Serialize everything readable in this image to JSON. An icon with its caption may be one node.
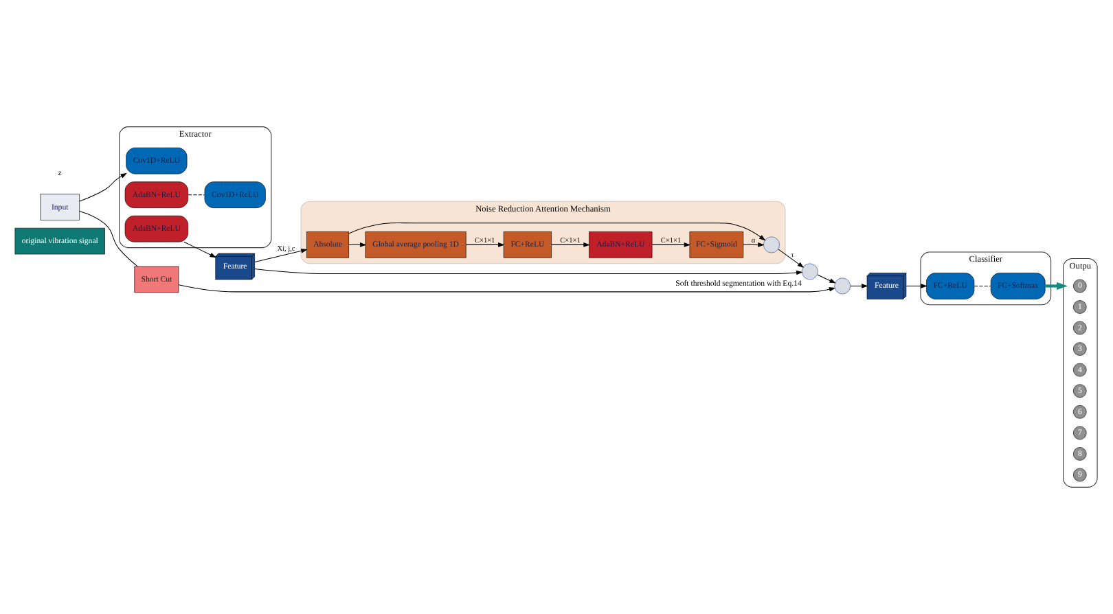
{
  "diagram": {
    "nodes": [
      {
        "text": [
          "original vibration signal"
        ]
      },
      {
        "text": [
          "Input"
        ]
      },
      {
        "text": [
          "Extractor"
        ]
      },
      {
        "text": [
          "Cov1D+ReLU"
        ],
        "in": 2
      },
      {
        "text": [
          "AdaBN+ReLU"
        ],
        "in": 2
      },
      {
        "text": [
          "Cov1D+ReLU"
        ],
        "in": 2
      },
      {
        "text": [
          "AdaBN+ReLU"
        ],
        "in": 2
      },
      {
        "text": [
          "Feature"
        ]
      },
      {
        "text": [
          "Noise Reduction Attention Mechanism"
        ]
      },
      {
        "text": [
          "Absolute"
        ],
        "in": 8
      },
      {
        "text": [
          "Global average pooling 1D"
        ],
        "in": 8
      },
      {
        "text": [
          "FC+ReLU"
        ],
        "in": 8
      },
      {
        "text": [
          "AdaBN+ReLU"
        ],
        "in": 8
      },
      {
        "text": [
          "FC+Sigmoid"
        ],
        "in": 8
      },
      {
        "text": [],
        "shape": "circle",
        "in": 8
      },
      {
        "text": [],
        "shape": "circle",
        "beside": [
          "Soft threshold segmentation with Eq.14"
        ]
      },
      {
        "text": [],
        "shape": "circle"
      },
      {
        "text": [
          "Feature"
        ]
      },
      {
        "text": [
          "Classifier"
        ]
      },
      {
        "text": [
          "FC+ReLU"
        ],
        "in": 18
      },
      {
        "text": [
          "FC+Softmax"
        ],
        "in": 18
      },
      {
        "text": [
          "Outpu"
        ]
      },
      {
        "text": [
          "0"
        ],
        "in": 21
      },
      {
        "text": [
          "1"
        ],
        "in": 21
      },
      {
        "text": [
          "2"
        ],
        "in": 21
      },
      {
        "text": [
          "3"
        ],
        "in": 21
      },
      {
        "text": [
          "4"
        ],
        "in": 21
      },
      {
        "text": [
          "5"
        ],
        "in": 21
      },
      {
        "text": [
          "6"
        ],
        "in": 21
      },
      {
        "text": [
          "7"
        ],
        "in": 21
      },
      {
        "text": [
          "8"
        ],
        "in": 21
      },
      {
        "text": [
          "9"
        ],
        "in": 21
      },
      {
        "text": [
          "Short Cut"
        ]
      }
    ],
    "edges": [
      {
        "from": 1,
        "to": 3,
        "arrow": "to"
      },
      {
        "from": 4,
        "to": 5,
        "arrow": "none",
        "style": "dashed"
      },
      {
        "from": 6,
        "to": 7,
        "arrow": "to"
      },
      {
        "from": 7,
        "to": 9,
        "arrow": "to",
        "label": "Xi, j,c"
      },
      {
        "from": 9,
        "to": 10,
        "arrow": "to"
      },
      {
        "from": 10,
        "to": 11,
        "arrow": "to",
        "label": "C×1×1"
      },
      {
        "from": 11,
        "to": 12,
        "arrow": "to",
        "label": "C×1×1"
      },
      {
        "from": 12,
        "to": 13,
        "arrow": "to",
        "label": "C×1×1"
      },
      {
        "from": 13,
        "to": 14,
        "arrow": "to",
        "label": "α"
      },
      {
        "from": 9,
        "to": 14,
        "arrow": "to"
      },
      {
        "from": 14,
        "to": 15,
        "arrow": "to",
        "label": "τ"
      },
      {
        "from": 7,
        "to": 15,
        "arrow": "to"
      },
      {
        "from": 15,
        "to": 16,
        "arrow": "to"
      },
      {
        "from": 16,
        "to": 17,
        "arrow": "to"
      },
      {
        "from": 17,
        "to": 19,
        "arrow": "to"
      },
      {
        "from": 19,
        "to": 20,
        "arrow": "none",
        "style": "dashed"
      },
      {
        "from": 20,
        "to": 21,
        "arrow": "to",
        "style": "thick",
        "color": "#138a7e"
      },
      {
        "from": 1,
        "to": 32,
        "arrow": "none"
      },
      {
        "from": 32,
        "to": 16,
        "arrow": "to"
      }
    ],
    "labels": [
      "z"
    ]
  }
}
